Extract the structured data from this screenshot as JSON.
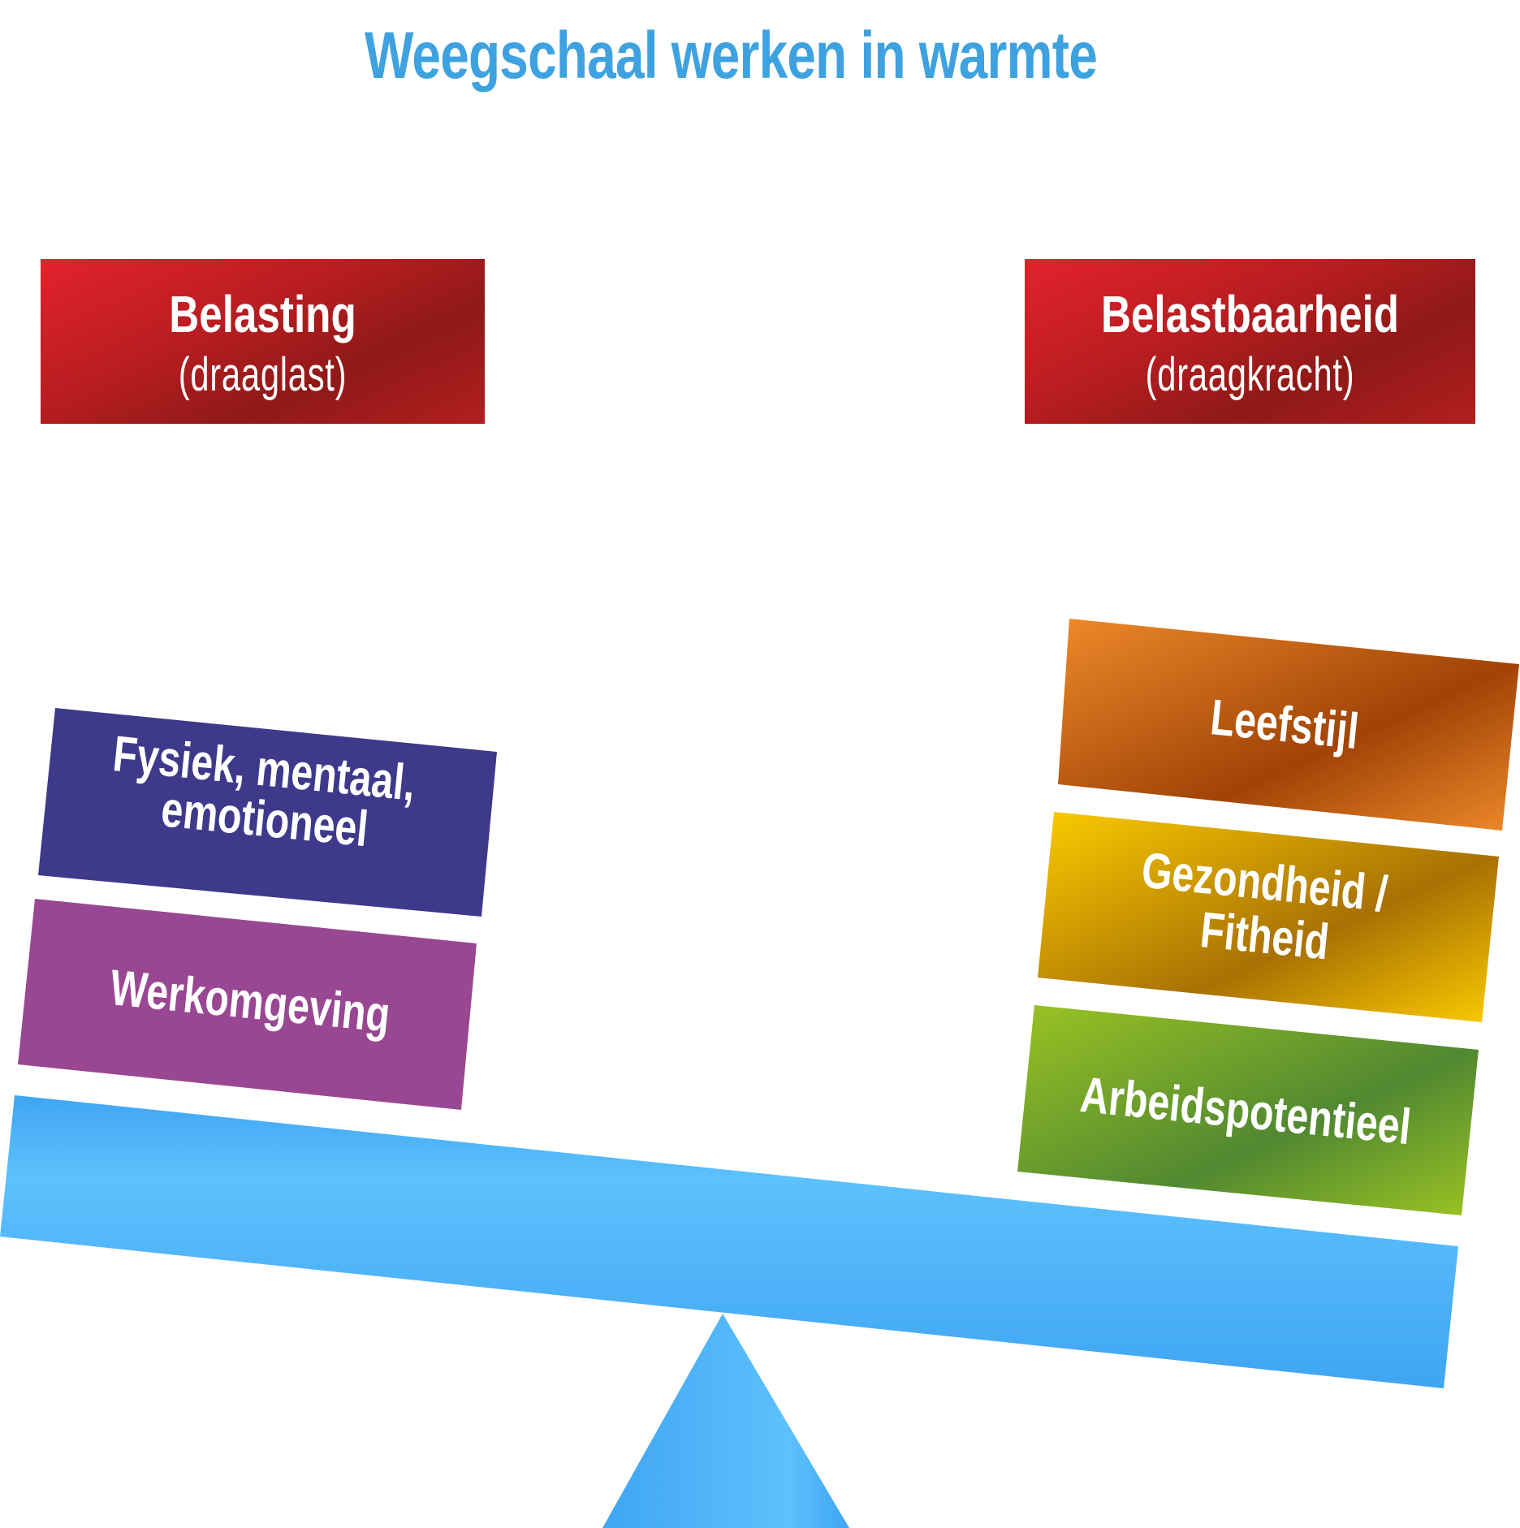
{
  "title": "Weegschaal werken in warmte",
  "headers": {
    "left": {
      "main": "Belasting",
      "sub": "(draaglast)"
    },
    "right": {
      "main": "Belastbaarheid",
      "sub": "(draagkracht)"
    }
  },
  "left_blocks": [
    {
      "lines": [
        "Fysiek, mentaal,",
        "emotioneel"
      ],
      "color": "#3e398b"
    },
    {
      "lines": [
        "Werkomgeving"
      ],
      "color": "#994793"
    }
  ],
  "right_blocks": [
    {
      "lines": [
        "Leefstijl"
      ],
      "colors": [
        "#ee8a2a",
        "#a04306"
      ]
    },
    {
      "lines": [
        "Gezondheid /",
        "Fitheid"
      ],
      "colors": [
        "#fccb00",
        "#a87104"
      ]
    },
    {
      "lines": [
        "Arbeidspotentieel"
      ],
      "colors": [
        "#9ac323",
        "#518831"
      ]
    }
  ],
  "colors": {
    "title": "#3fa2e0",
    "beam_light": "#5dc1fd",
    "beam_dark": "#3fa5f2",
    "header_red": "#e3222c",
    "header_dark": "#8f1917"
  }
}
